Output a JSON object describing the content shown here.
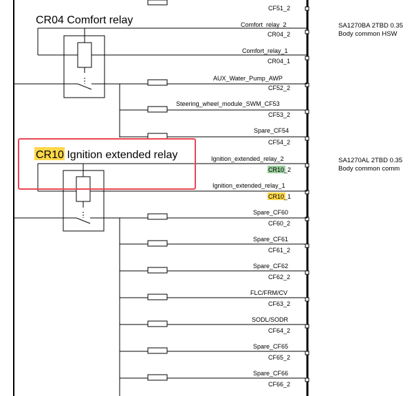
{
  "relays": [
    {
      "id": "CR04",
      "name": "Comfort relay",
      "highlighted": false,
      "pins": [
        {
          "wire": "Comfort_relay_2",
          "pin": "CR04_2",
          "highlight": "none"
        },
        {
          "wire": "Comfort_relay_1",
          "pin": "CR04_1",
          "highlight": "none"
        }
      ],
      "spec_line1": "SA1270BA  2TBD 0.35",
      "spec_line2": "Body  common   HSW"
    },
    {
      "id": "CR10",
      "name": "Ignition extended relay",
      "highlighted": true,
      "pins": [
        {
          "wire": "Ignition_extended_relay_2",
          "pin_id": "CR10",
          "pin_suffix": "_2",
          "highlight": "green"
        },
        {
          "wire": "Ignition_extended_relay_1",
          "pin_id": "CR10",
          "pin_suffix": "_1",
          "highlight": "yellow"
        }
      ],
      "spec_line1": "SA1270AL  2TBD 0.35",
      "spec_line2": "Body  common   comm"
    }
  ],
  "top_fuse_label": "CF51_2",
  "fuse_branches_cr04": [
    {
      "name": "AUX_Water_Pump_AWP",
      "pin": "CF52_2"
    },
    {
      "name": "Steering_wheel_module_SWM_CF53",
      "pin": "CF53_2"
    },
    {
      "name": "Spare_CF54",
      "pin": "CF54_2"
    }
  ],
  "fuse_branches_cr10": [
    {
      "name": "Spare_CF60",
      "pin": "CF60_2"
    },
    {
      "name": "Spare_CF61",
      "pin": "CF61_2"
    },
    {
      "name": "Spare_CF62",
      "pin": "CF62_2"
    },
    {
      "name": "FLC/FRM/CV",
      "pin": "CF63_2"
    },
    {
      "name": "SODL/SODR",
      "pin": "CF64_2"
    },
    {
      "name": "Spare_CF65",
      "pin": "CF65_2"
    },
    {
      "name": "Spare_CF66",
      "pin": "CF66_2"
    }
  ],
  "colors": {
    "line": "#000000",
    "selection_box": "#e8454f",
    "highlight_yellow": "#ffd84a",
    "highlight_green": "#9ccf9f"
  }
}
